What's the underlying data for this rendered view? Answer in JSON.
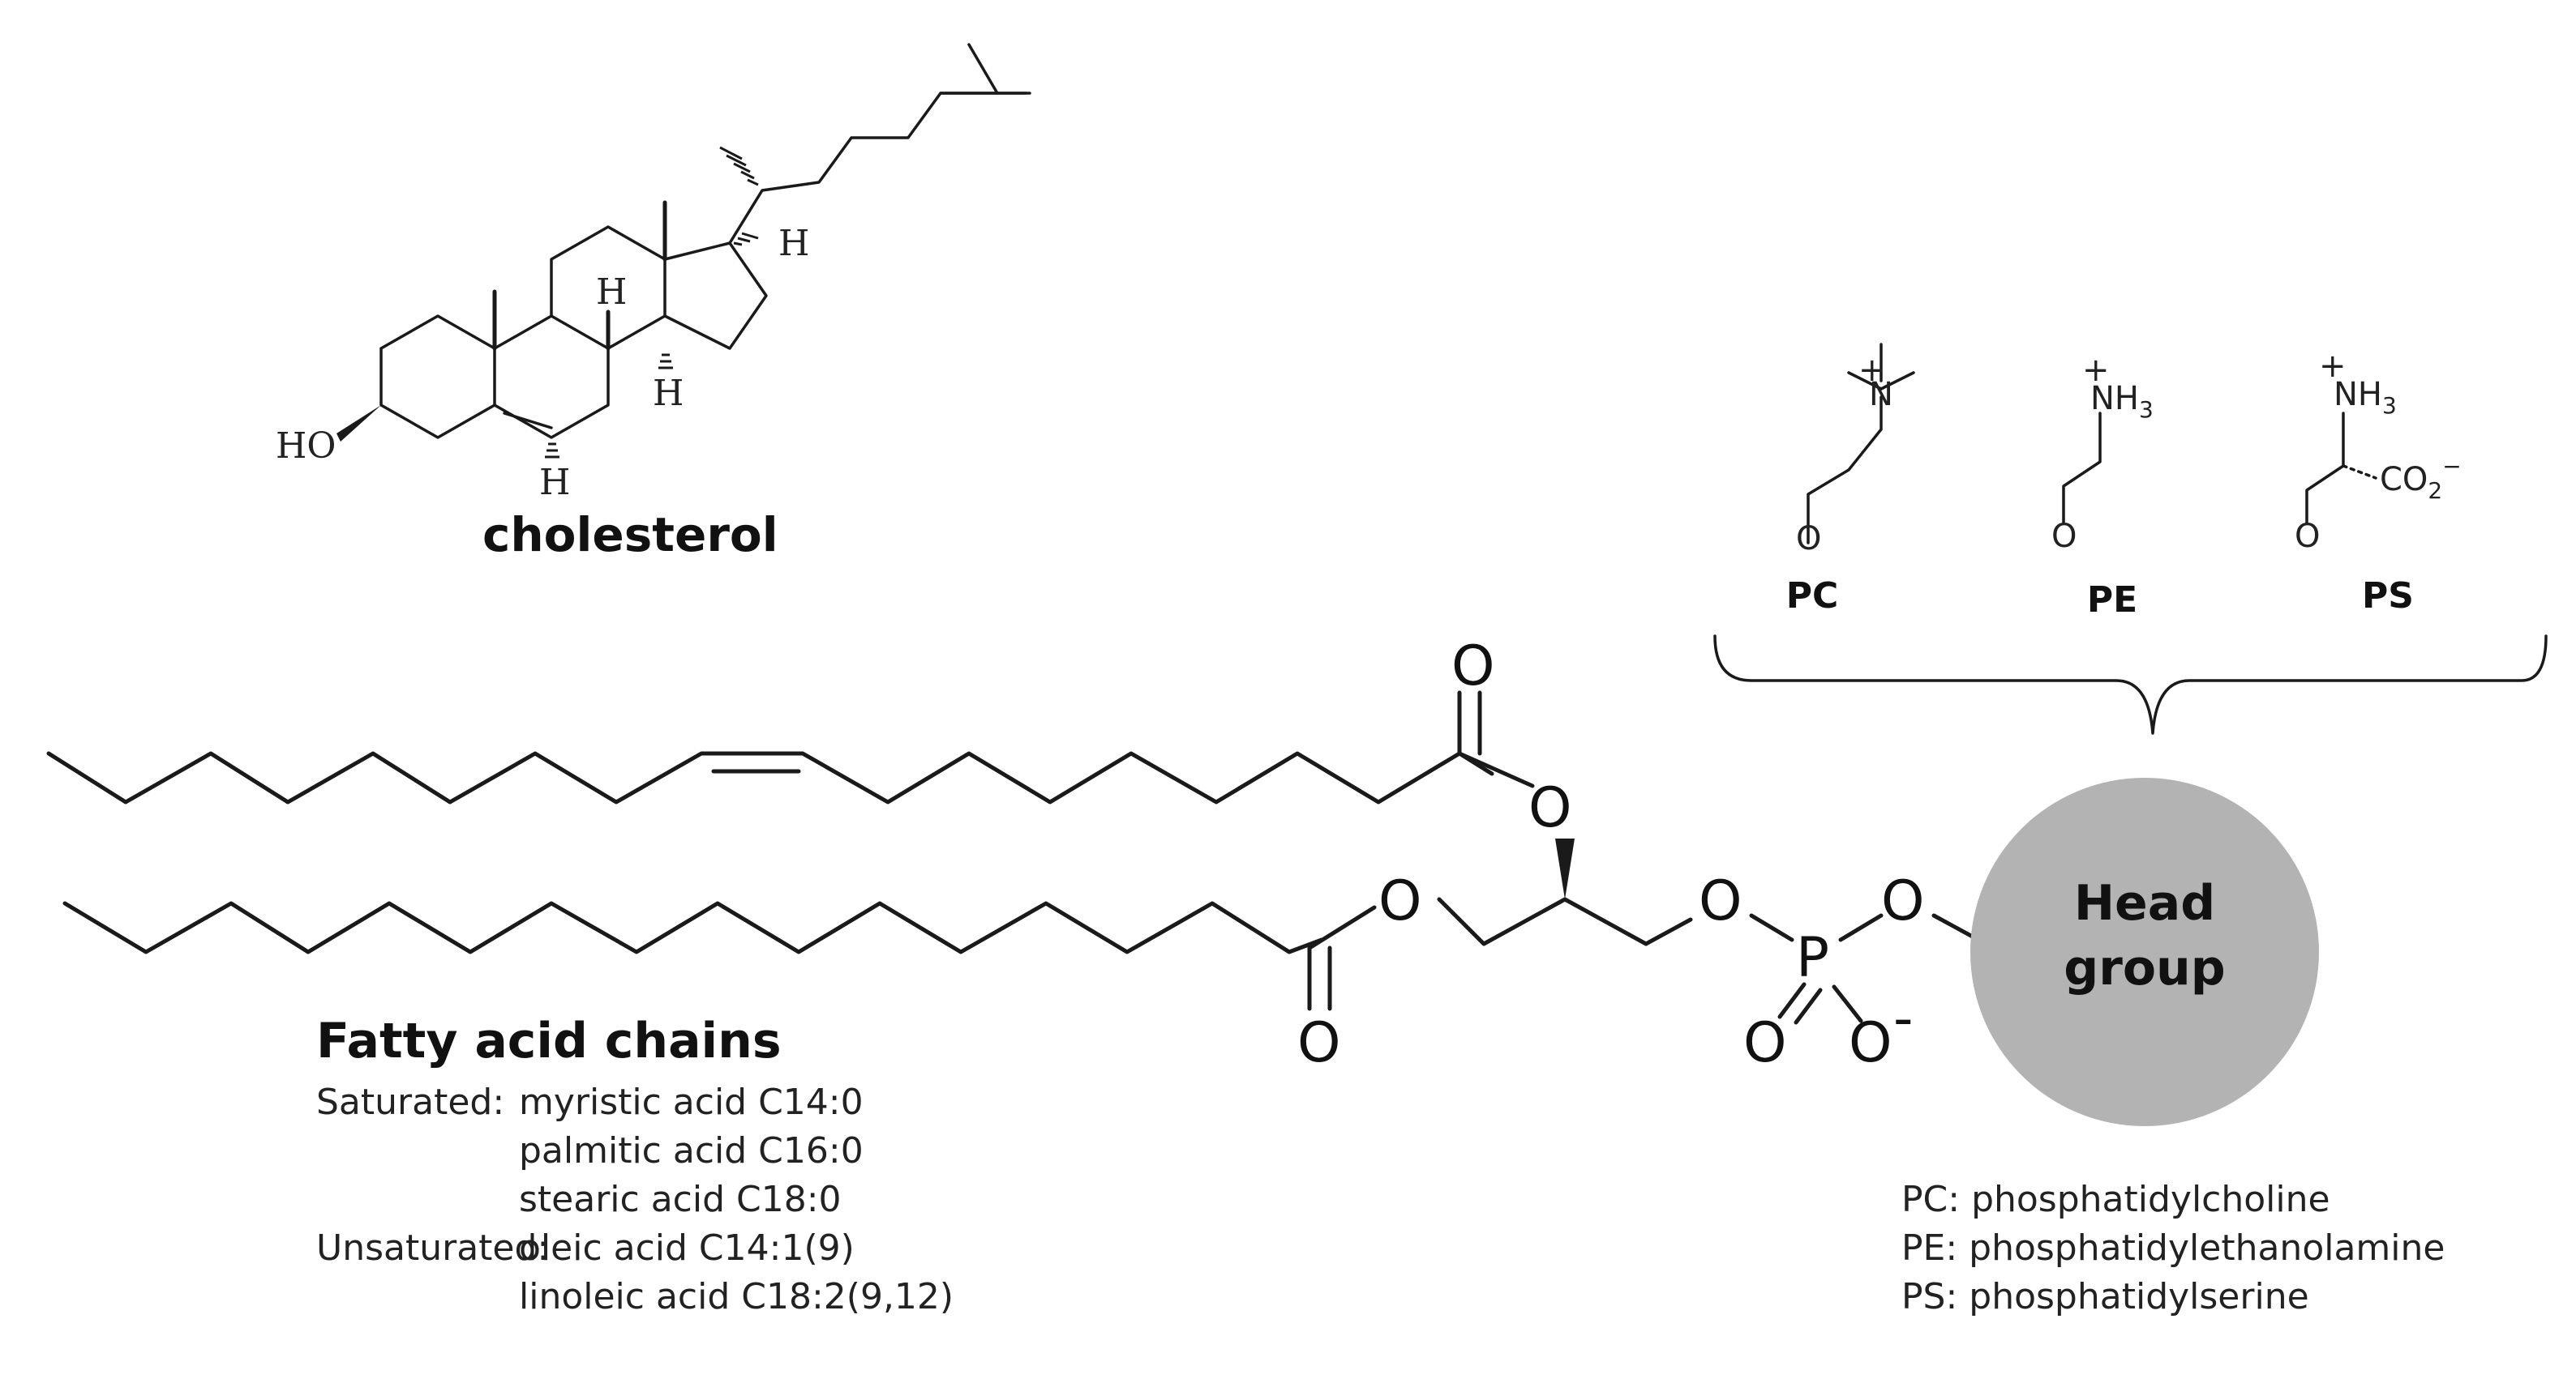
{
  "cholesterol": {
    "title": "cholesterol",
    "atoms": {
      "hydroxyl": "HO",
      "h1": "H",
      "h2": "H",
      "h3": "H",
      "h4": "H"
    }
  },
  "head_groups": [
    {
      "abbr": "PC",
      "amine": "N",
      "charge": "+",
      "oxygen": "O"
    },
    {
      "abbr": "PE",
      "amine": "NH",
      "sub": "3",
      "charge": "+",
      "oxygen": "O"
    },
    {
      "abbr": "PS",
      "amine": "NH",
      "sub": "3",
      "charge": "+",
      "oxygen": "O",
      "carboxylate": "CO",
      "carboxylate_sub": "2",
      "carboxylate_charge": "−"
    }
  ],
  "phospholipid": {
    "atoms": {
      "carbonyl_o_top": "O",
      "ester_o_top": "O",
      "carbonyl_o_bottom": "O",
      "ester_o_bottom": "O",
      "phosphate_o_left": "O",
      "phosphate_o_right": "O",
      "phosphorus": "P",
      "phosphate_o_double": "O",
      "phosphate_o_minus": "O",
      "minus": "-"
    },
    "head_group_label_line1": "Head",
    "head_group_label_line2": "group",
    "head_group_color": "#b3b3b3"
  },
  "fatty_acids": {
    "title": "Fatty acid chains",
    "saturated_label": "Saturated:",
    "saturated": [
      "myristic acid C14:0",
      "palmitic acid C16:0",
      "stearic acid C18:0"
    ],
    "unsaturated_label": "Unsaturated:",
    "unsaturated": [
      "oleic acid C14:1(9)",
      "linoleic acid C18:2(9,12)"
    ]
  },
  "legend": [
    "PC: phosphatidylcholine",
    "PE: phosphatidylethanolamine",
    "PS: phosphatidylserine"
  ]
}
